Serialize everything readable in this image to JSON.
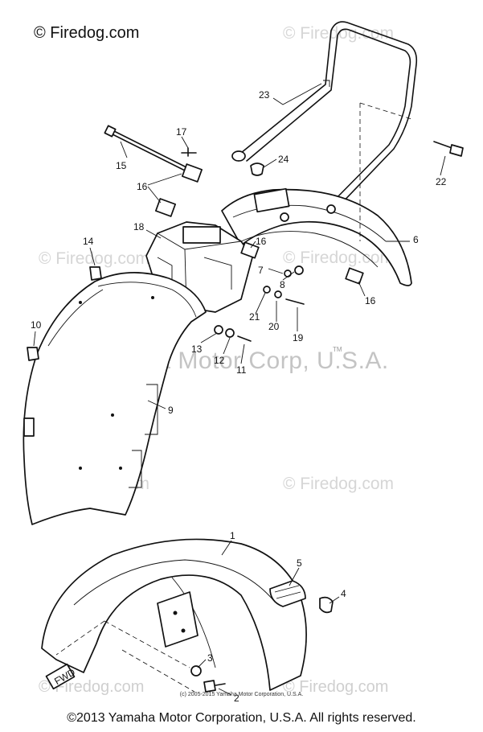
{
  "watermark": {
    "brand": "© Firedog.com",
    "site": "© Firedog.com",
    "corporate": "Yamaha Motor Corp, U.S.A.",
    "tm": "TM"
  },
  "diagram": {
    "fwd_label": "FWD",
    "callouts": [
      "1",
      "2",
      "3",
      "4",
      "5",
      "6",
      "7",
      "8",
      "9",
      "10",
      "11",
      "12",
      "13",
      "14",
      "15",
      "16",
      "17",
      "18",
      "19",
      "20",
      "21",
      "22",
      "23",
      "24"
    ],
    "callout_16": "16"
  },
  "copyright_small": "(c) 2005-2015 Yamaha Motor Corporation, U.S.A.",
  "footer": "©2013 Yamaha Motor Corporation, U.S.A. All rights reserved."
}
